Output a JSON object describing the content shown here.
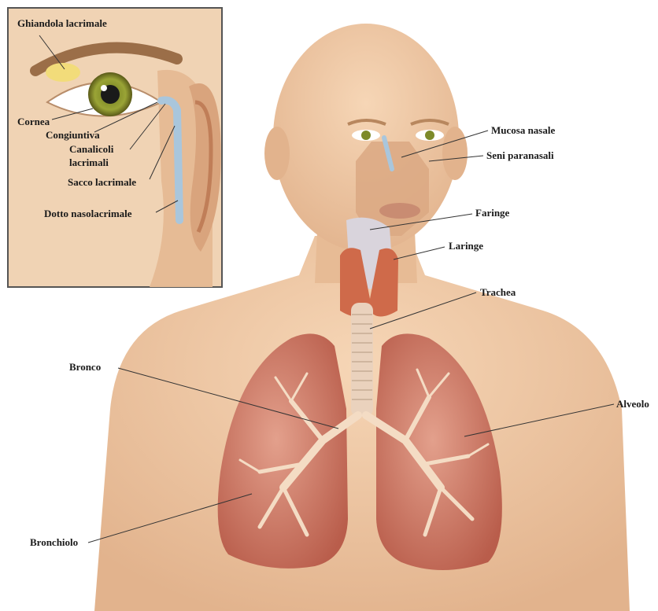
{
  "colors": {
    "skin": "#f0c9a4",
    "skin_shadow": "#dba883",
    "lung": "#c9705e",
    "lung_light": "#e3a08c",
    "bronchi": "#f4dcc4",
    "trachea": "#ead2bd",
    "thyroid": "#cf6a4a",
    "inset_border": "#555555",
    "leader_line": "#333333"
  },
  "inset": {
    "labels": {
      "ghiandola": "Ghiandola lacrimale",
      "cornea": "Cornea",
      "congiuntiva": "Congiuntiva",
      "canalicoli_1": "Canalicoli",
      "canalicoli_2": "lacrimali",
      "sacco": "Sacco lacrimale",
      "dotto": "Dotto nasolacrimale"
    }
  },
  "main": {
    "labels": {
      "mucosa": "Mucosa nasale",
      "seni": "Seni paranasali",
      "faringe": "Faringe",
      "laringe": "Laringe",
      "trachea": "Trachea",
      "bronco": "Bronco",
      "alveolo": "Alveolo",
      "bronchiolo": "Bronchiolo"
    }
  }
}
